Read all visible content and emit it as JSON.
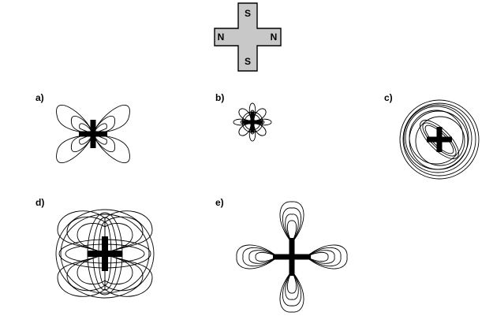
{
  "magnet": {
    "poles": {
      "top": "S",
      "bottom": "S",
      "left": "N",
      "right": "N"
    },
    "fill_color": "#c8c8c8",
    "stroke_color": "#000000"
  },
  "options": [
    {
      "label": "a)"
    },
    {
      "label": "b)"
    },
    {
      "label": "c)"
    },
    {
      "label": "d)"
    },
    {
      "label": "e)"
    }
  ],
  "line_color": "#000000"
}
